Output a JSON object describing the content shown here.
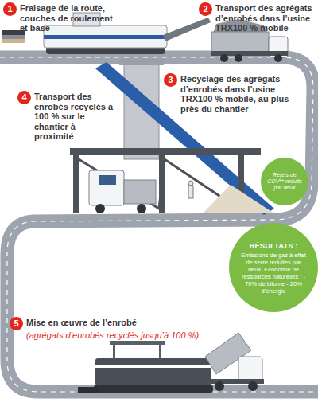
{
  "diagram": {
    "nodes": [
      {
        "text": [
          "1",
          "Fraisage de la route, couches de roulement et base"
        ]
      },
      {
        "text": [
          "2",
          "Transport des agrégats d’enrobés dans l’usine TRX100 % mobile"
        ]
      },
      {
        "text": [
          "3",
          "Recyclage des agrégats d’enrobés dans l’usine TRX100 % mobile, au plus près du chantier"
        ]
      },
      {
        "text": [
          "4",
          "Transport des enrobés recyclés à 100 % sur le chantier à proximité"
        ]
      },
      {
        "text": [
          "Rejets de COV** réduits par deux"
        ]
      },
      {
        "text": [
          "RÉSULTATS :",
          "Emissions de gaz à effet de serre réduites par deux. Economie de ressources naturelles : - 70% de bitume - 20% d’énergie"
        ]
      },
      {
        "text": [
          "5",
          "Mise en œuvre de l’enrobé",
          "(agrégats d’enrobés recyclés jusqu’à 100 %)"
        ]
      }
    ]
  }
}
